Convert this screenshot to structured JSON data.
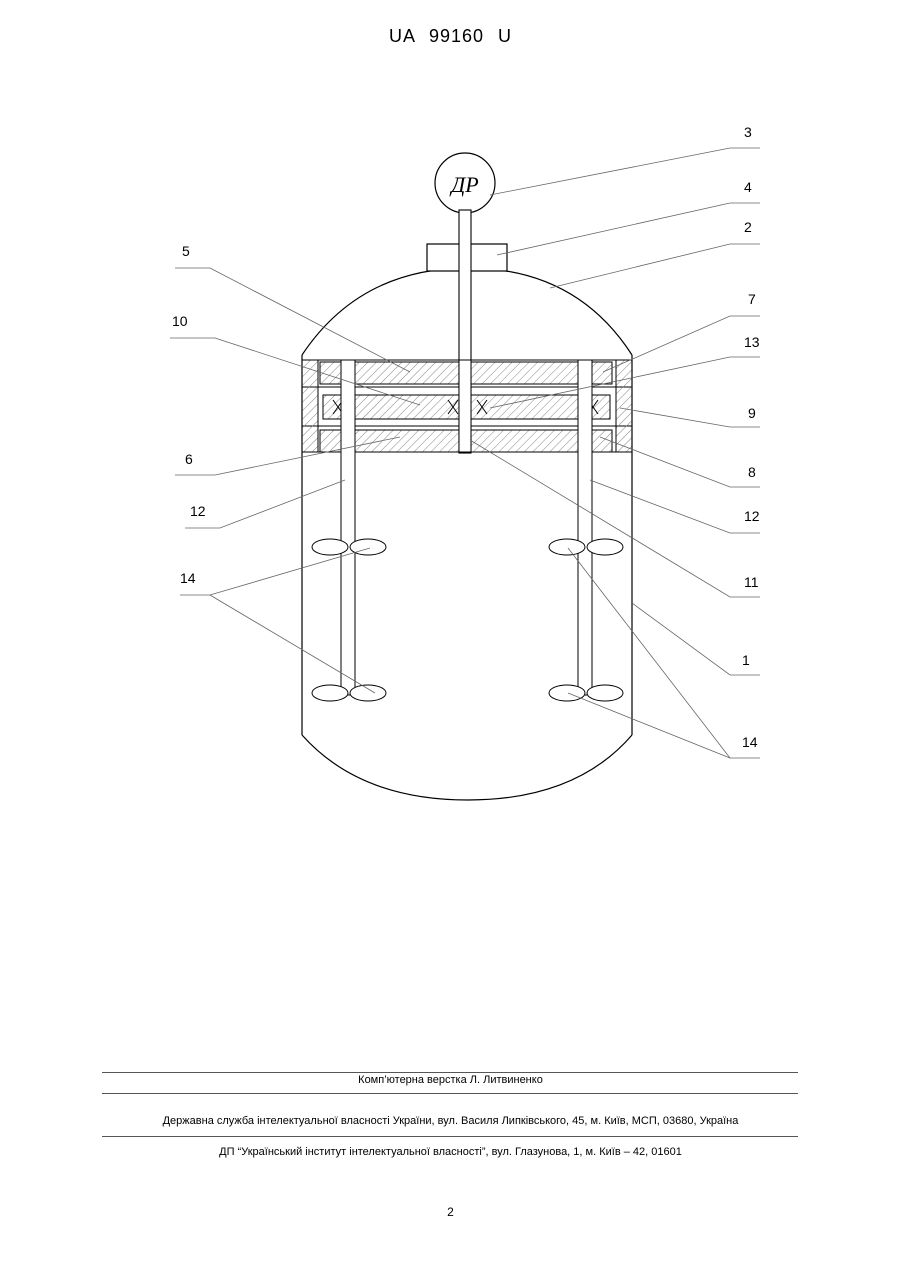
{
  "header": {
    "doc_number": "UA   99160   U"
  },
  "drawing": {
    "gauge_text": "ДР",
    "callouts": [
      "3",
      "4",
      "2",
      "5",
      "7",
      "10",
      "13",
      "9",
      "6",
      "8",
      "12",
      "12",
      "11",
      "14",
      "1",
      "14"
    ]
  },
  "footer": {
    "layout_credit": "Комп’ютерна верстка Л. Литвиненко",
    "agency_address": "Державна служба інтелектуальної власності України, вул. Василя Липківського, 45, м. Київ, МСП, 03680, Україна",
    "institute_address": "ДП “Український інститут інтелектуальної власності”, вул. Глазунова, 1, м. Київ – 42, 01601"
  },
  "page_number": "2"
}
